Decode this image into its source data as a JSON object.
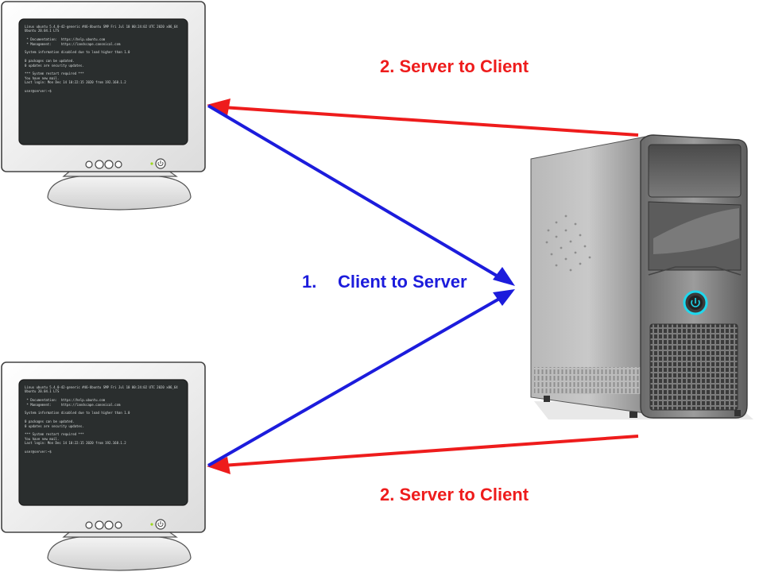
{
  "colors": {
    "server_to_client": "#ee1c1c",
    "client_to_server": "#1c1cdc",
    "screen": "#2a2e2e",
    "monitor_body": "#f2f2f2",
    "server_body": "#9a9a9a",
    "power_glow": "#1fd8ee"
  },
  "labels": {
    "top_arrow": "2. Server to Client",
    "bottom_arrow": "2. Server to Client",
    "mid_number": "1.",
    "mid_text": "Client to Server"
  },
  "icons": {
    "client_top": "crt-monitor-icon",
    "client_bottom": "crt-monitor-icon",
    "server": "server-tower-icon",
    "power": "power-icon"
  },
  "terminal_top": [
    "Linux ubuntu 5.4.0-42-generic #46-Ubuntu SMP Fri Jul 10 00:24:02 UTC 2020 x86_64",
    "Ubuntu 20.04.1 LTS",
    "",
    " * Documentation:  https://help.ubuntu.com",
    " * Management:     https://landscape.canonical.com",
    "",
    "System information disabled due to load higher than 1.0",
    "",
    "0 packages can be updated.",
    "0 updates are security updates.",
    "",
    "*** System restart required ***",
    "You have new mail.",
    "Last login: Mon Dec 14 10:22:15 2020 from 192.168.1.2",
    "",
    "user@server:~$"
  ],
  "terminal_bottom": [
    "Linux ubuntu 5.4.0-42-generic #46-Ubuntu SMP Fri Jul 10 00:24:02 UTC 2020 x86_64",
    "Ubuntu 20.04.1 LTS",
    "",
    " * Documentation:  https://help.ubuntu.com",
    " * Management:     https://landscape.canonical.com",
    "",
    "System information disabled due to load higher than 1.0",
    "",
    "0 packages can be updated.",
    "0 updates are security updates.",
    "",
    "*** System restart required ***",
    "You have new mail.",
    "Last login: Mon Dec 14 10:22:15 2020 from 192.168.1.2",
    "",
    "user@server:~$"
  ]
}
